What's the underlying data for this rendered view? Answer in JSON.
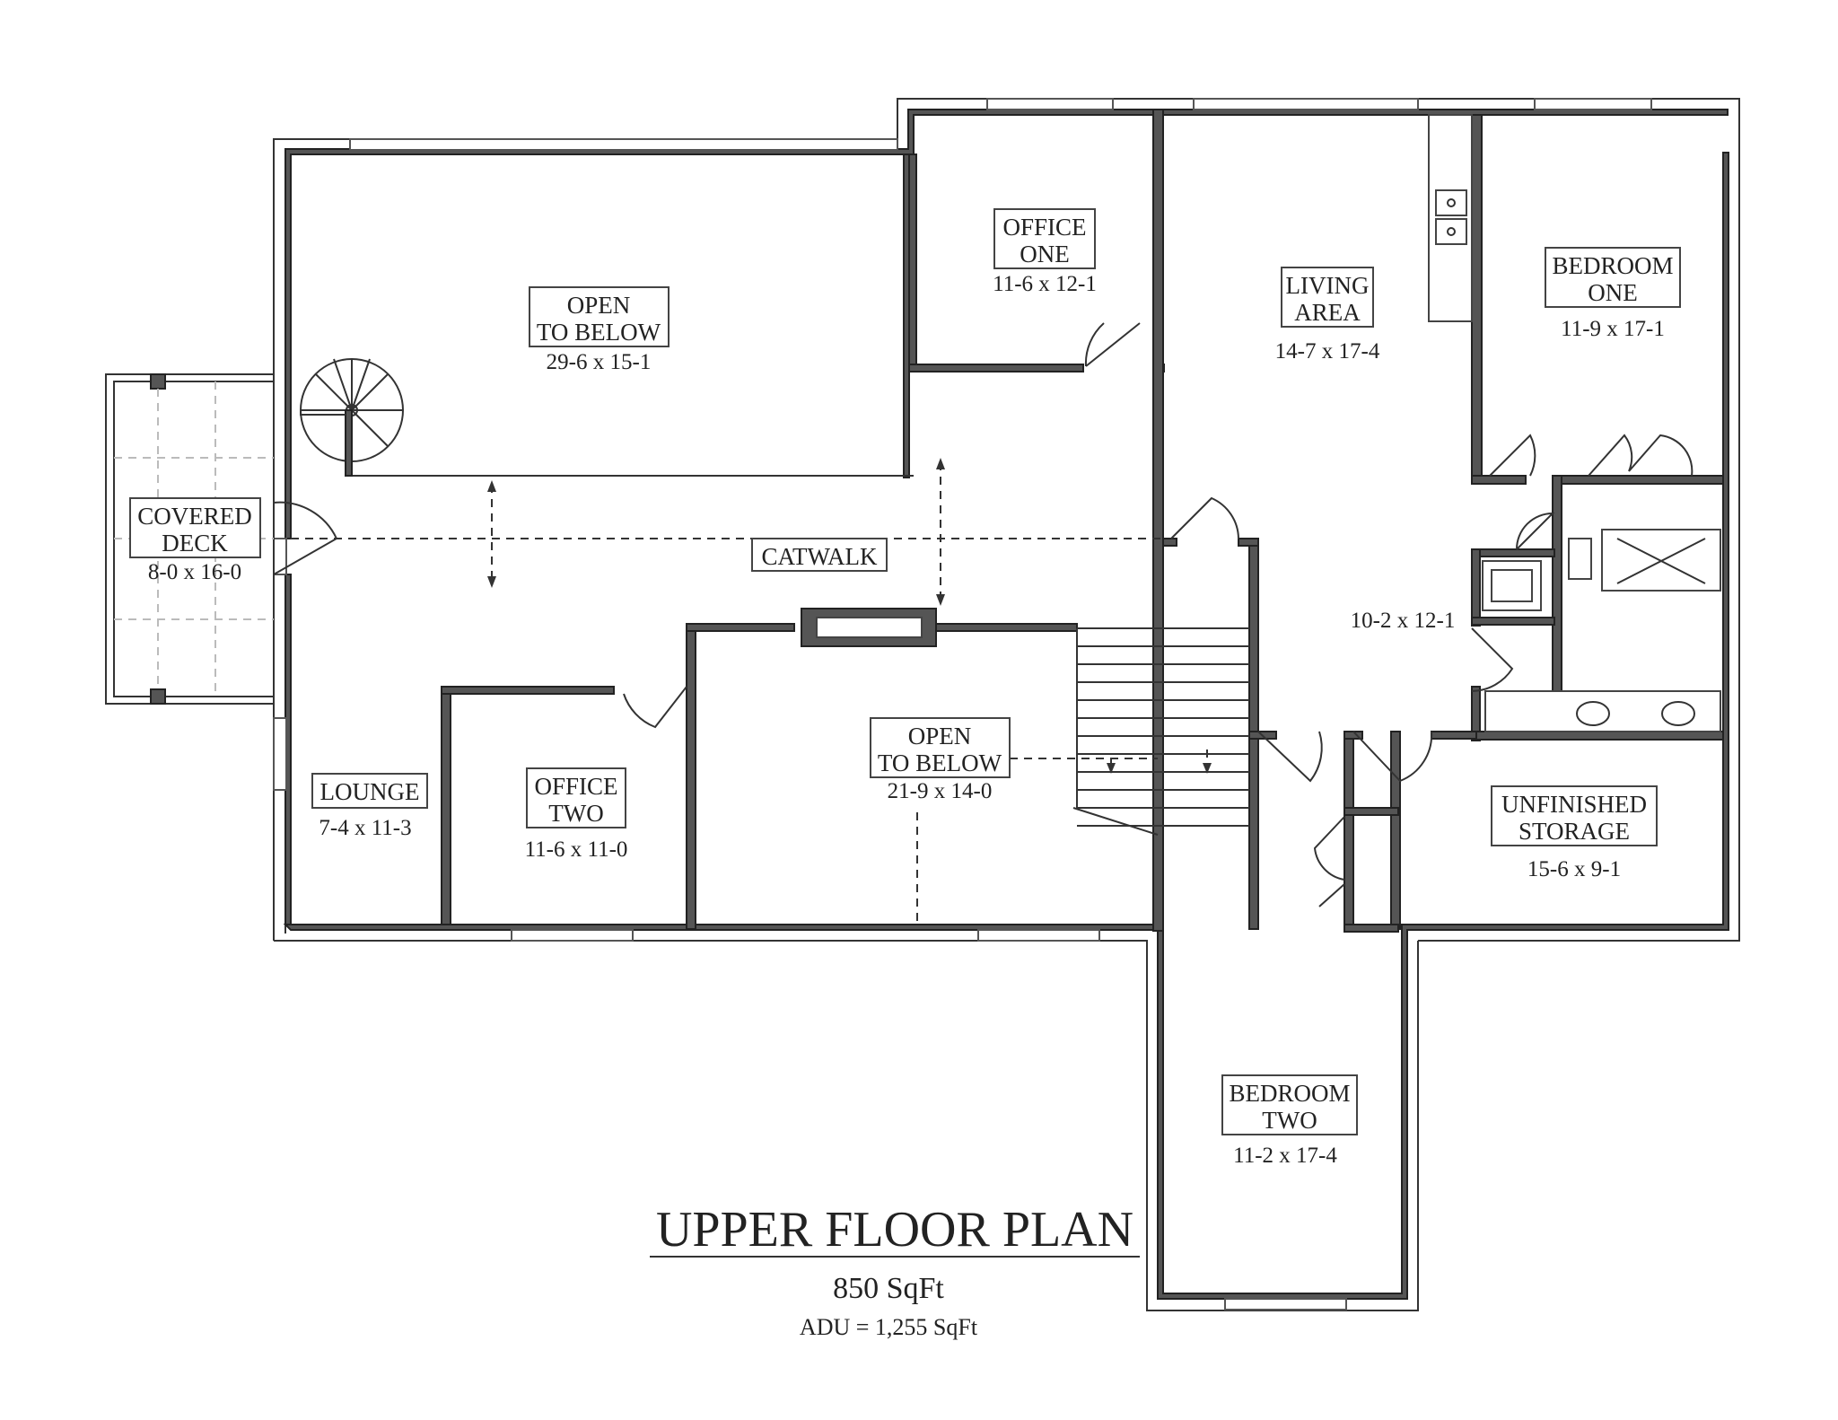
{
  "title": "UPPER FLOOR PLAN",
  "sqft": "850 SqFt",
  "adu": "ADU = 1,255 SqFt",
  "rooms": {
    "open_to_below_1": {
      "line1": "OPEN",
      "line2": "TO BELOW",
      "dim": "29-6 x 15-1"
    },
    "office_one": {
      "line1": "OFFICE",
      "line2": "ONE",
      "dim": "11-6 x 12-1"
    },
    "living_area": {
      "line1": "LIVING",
      "line2": "AREA",
      "dim": "14-7 x 17-4"
    },
    "bedroom_one": {
      "line1": "BEDROOM",
      "line2": "ONE",
      "dim": "11-9 x 17-1"
    },
    "covered_deck": {
      "line1": "COVERED",
      "line2": "DECK",
      "dim": "8-0 x 16-0"
    },
    "catwalk": {
      "line1": "CATWALK"
    },
    "kitchen_area": {
      "dim": "10-2 x 12-1"
    },
    "lounge": {
      "line1": "LOUNGE",
      "dim": "7-4 x 11-3"
    },
    "office_two": {
      "line1": "OFFICE",
      "line2": "TWO",
      "dim": "11-6 x 11-0"
    },
    "open_to_below_2": {
      "line1": "OPEN",
      "line2": "TO BELOW",
      "dim": "21-9 x 14-0"
    },
    "unfinished_storage": {
      "line1": "UNFINISHED",
      "line2": "STORAGE",
      "dim": "15-6 x 9-1"
    },
    "bedroom_two": {
      "line1": "BEDROOM",
      "line2": "TWO",
      "dim": "11-2 x 17-4"
    }
  }
}
